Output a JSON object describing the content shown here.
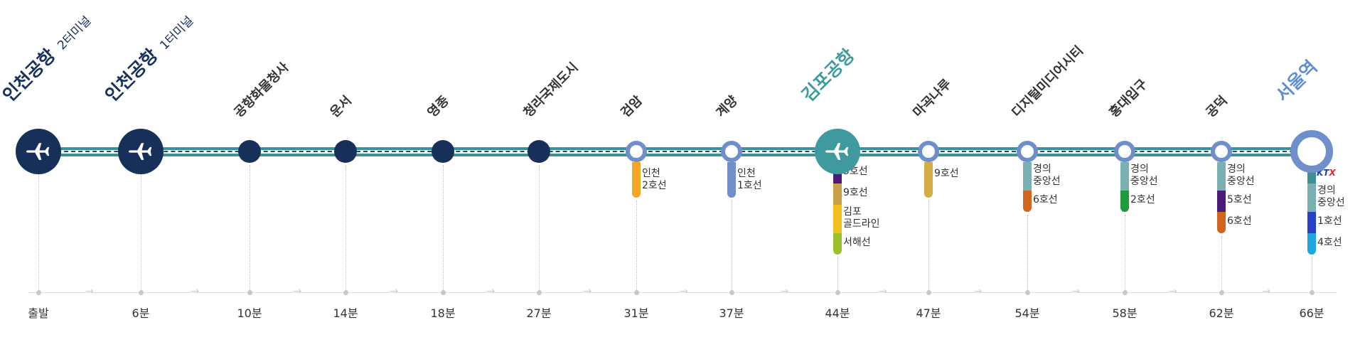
{
  "stations": [
    {
      "id": "incheon-t2",
      "name": "인천공항",
      "sub": "2터미널",
      "marker": "plane",
      "name_color": "navy",
      "big": true,
      "time": "출발",
      "lines": []
    },
    {
      "id": "incheon-t1",
      "name": "인천공항",
      "sub": "1터미널",
      "marker": "plane",
      "name_color": "navy",
      "big": true,
      "time": "6분",
      "lines": []
    },
    {
      "id": "cargo-office",
      "name": "공항화물청사",
      "marker": "dot",
      "time": "10분",
      "lines": []
    },
    {
      "id": "unseo",
      "name": "운서",
      "marker": "dot",
      "time": "14분",
      "lines": []
    },
    {
      "id": "yeongjong",
      "name": "영종",
      "marker": "dot",
      "time": "18분",
      "lines": []
    },
    {
      "id": "cheongna",
      "name": "청라국제도시",
      "marker": "dot",
      "time": "27분",
      "lines": []
    },
    {
      "id": "geomam",
      "name": "검암",
      "marker": "ring",
      "time": "31분",
      "lines": [
        {
          "label": "인천\n2호선",
          "color": "#f5a623"
        }
      ]
    },
    {
      "id": "gyeyang",
      "name": "계양",
      "marker": "ring",
      "time": "37분",
      "lines": [
        {
          "label": "인천\n1호선",
          "color": "#6e8fc9"
        }
      ]
    },
    {
      "id": "gimpo",
      "name": "김포공항",
      "marker": "plane-teal",
      "name_color": "teal",
      "big": true,
      "time": "44분",
      "lines": [
        {
          "label": "5호선",
          "color": "#4b1a7b"
        },
        {
          "label": "9호선",
          "color": "#c9a04a"
        },
        {
          "label": "김포\n골드라인",
          "color": "#f2c01b"
        },
        {
          "label": "서해선",
          "color": "#9cbf2d"
        }
      ]
    },
    {
      "id": "magongnaru",
      "name": "마곡나루",
      "marker": "ring",
      "time": "47분",
      "lines": [
        {
          "label": "9호선",
          "color": "#d6ac4a"
        }
      ]
    },
    {
      "id": "dmc",
      "name": "디지털미디어시티",
      "marker": "ring",
      "time": "54분",
      "lines": [
        {
          "label": "경의\n중앙선",
          "color": "#7ab0b2"
        },
        {
          "label": "6호선",
          "color": "#d0661b"
        }
      ]
    },
    {
      "id": "hongdae",
      "name": "홍대입구",
      "marker": "ring",
      "time": "58분",
      "lines": [
        {
          "label": "경의\n중앙선",
          "color": "#7ab0b2"
        },
        {
          "label": "2호선",
          "color": "#1e9c3c"
        }
      ]
    },
    {
      "id": "gongdeok",
      "name": "공덕",
      "marker": "ring",
      "time": "62분",
      "lines": [
        {
          "label": "경의\n중앙선",
          "color": "#7ab0b2"
        },
        {
          "label": "5호선",
          "color": "#4b1a7b"
        },
        {
          "label": "6호선",
          "color": "#d0661b"
        }
      ]
    },
    {
      "id": "seoul",
      "name": "서울역",
      "marker": "big-ring",
      "name_color": "lightblue",
      "big": true,
      "time": "66분",
      "lines": [
        {
          "label": "",
          "color": "#3f8f97",
          "ktx": "KTX"
        },
        {
          "label": "경의\n중앙선",
          "color": "#7ab0b2"
        },
        {
          "label": "1호선",
          "color": "#2840c8"
        },
        {
          "label": "4호선",
          "color": "#1ea6e0"
        }
      ]
    }
  ]
}
